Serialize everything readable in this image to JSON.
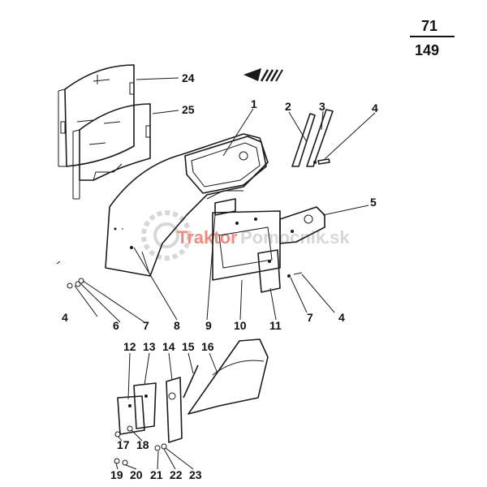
{
  "page_number": {
    "top": "71",
    "bottom": "149"
  },
  "watermark": {
    "part1": "Traktor",
    "part2": "Pomocnik",
    "part3": ".sk"
  },
  "labels": {
    "l1": "1",
    "l2": "2",
    "l3": "3",
    "l4a": "4",
    "l5": "5",
    "l4b": "4",
    "l6": "6",
    "l7a": "7",
    "l8": "8",
    "l9": "9",
    "l10": "10",
    "l11": "11",
    "l7b": "7",
    "l4c": "4",
    "l12": "12",
    "l13": "13",
    "l14": "14",
    "l15": "15",
    "l16": "16",
    "l17": "17",
    "l18": "18",
    "l19": "19",
    "l20": "20",
    "l21": "21",
    "l22": "22",
    "l23": "23",
    "l24": "24",
    "l25": "25"
  },
  "colors": {
    "ink": "#1a1a1a",
    "watermark_red": "#e0301e",
    "watermark_gray": "#b8b8b8"
  }
}
